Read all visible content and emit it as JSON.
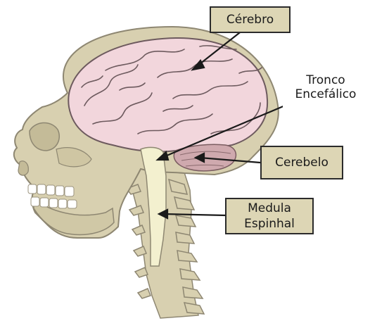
{
  "labels": {
    "cerebro": "Cérebro",
    "tronco": [
      "Tronco",
      "Encefálico"
    ],
    "cerebelo": "Cerebelo",
    "medula": [
      "Medula",
      "Espinhal"
    ]
  },
  "colors": {
    "bone": "#d8d0b0",
    "bone_dark": "#8e8772",
    "brain": "#f2d6dc",
    "brain_line": "#6d5a5e",
    "cerebellum": "#cfa9ae",
    "spinal_cord": "#f3f0cf",
    "label_box": "#ddd6b5",
    "stroke": "#2b2b2b"
  }
}
